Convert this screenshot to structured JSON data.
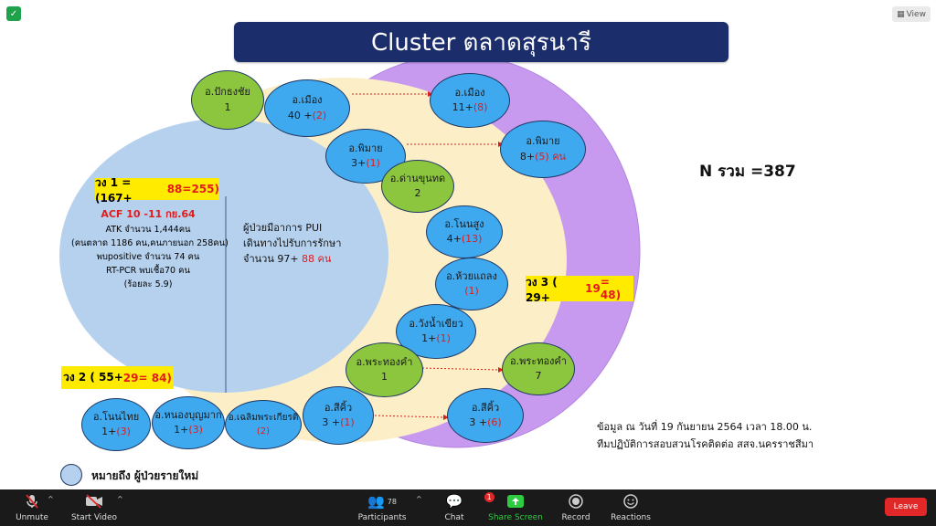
{
  "title": "Cluster ตลาดสุรนารี",
  "total": "N รวม =387",
  "view_button": "View",
  "ring1": {
    "label_a": "วง 1 = (167+",
    "label_b": "88",
    "label_c": " =255)"
  },
  "ring2": {
    "label_a": "วง 2 ( 55+",
    "label_b": "29",
    "label_c": "= 84)"
  },
  "ring3": {
    "label_a": "วง 3 ( 29+",
    "label_b": "19",
    "label_c": "= 48)"
  },
  "acf": {
    "line1": "ACF 10 -11 กย.64",
    "line2": "ATK จำนวน 1,444คน",
    "line3": "(คนตลาด 1186 คน,คนภายนอก 258คน)",
    "line4": "พบpositive จำนวน 74 คน",
    "line5": "RT-PCR พบเชื้อ70 คน",
    "line6": "(ร้อยละ 5.9)"
  },
  "pui": {
    "line1": "ผู้ป่วยมีอาการ PUI",
    "line2": "เดินทางไปรับการรักษา",
    "line3a": "จำนวน 97+ ",
    "line3b": "88 คน"
  },
  "nodes": {
    "pakthongchai": {
      "name": "อ.ปักธงชัย",
      "a": "1",
      "b": ""
    },
    "mueang_l": {
      "name": "อ.เมือง",
      "a": "40 +",
      "b": "(2)"
    },
    "mueang_r": {
      "name": "อ.เมือง",
      "a": "11+",
      "b": "(8)"
    },
    "phimai_l": {
      "name": "อ.พิมาย",
      "a": "3+",
      "b": "(1)"
    },
    "phimai_r": {
      "name": "อ.พิมาย",
      "a": "8+",
      "b": "(5) คน"
    },
    "dankhunthot": {
      "name": "อ.ด่านขุนทด",
      "a": "2",
      "b": ""
    },
    "nonsung": {
      "name": "อ.โนนสูง",
      "a": "4+",
      "b": "(13)"
    },
    "huaithalaeng": {
      "name": "อ.ห้วยแถลง",
      "a": "",
      "b": "(1)"
    },
    "wangnamkhiao": {
      "name": "อ.วังน้ำเขียว",
      "a": "1+",
      "b": "(1)"
    },
    "phrathongkham_l": {
      "name": "อ.พระทองคำ",
      "a": "1",
      "b": ""
    },
    "phrathongkham_r": {
      "name": "อ.พระทองคำ",
      "a": "7",
      "b": ""
    },
    "sikhio_l": {
      "name": "อ.สีคิ้ว",
      "a": "3 +",
      "b": "(1)"
    },
    "sikhio_r": {
      "name": "อ.สีคิ้ว",
      "a": "3 +",
      "b": "(6)"
    },
    "nonthai": {
      "name": "อ.โนนไทย",
      "a": "1+",
      "b": "(3)"
    },
    "nongbunmak": {
      "name": "อ.หนองบุญมาก",
      "a": "1+",
      "b": "(3)"
    },
    "chaloemphrakiat": {
      "name": "อ.เฉลิมพระเกียรติ",
      "a": "",
      "b": "(2)"
    }
  },
  "source": {
    "line1": "ข้อมูล ณ วันที่ 19 กันยายน 2564 เวลา 18.00 น.",
    "line2": "ทีมปฏิบัติการสอบสวนโรคติดต่อ สสจ.นครราชสีมา"
  },
  "legend": "หมายถึง  ผู้ป่วยรายใหม่",
  "zoom": {
    "unmute": "Unmute",
    "start_video": "Start Video",
    "participants": "Participants",
    "participants_count": "78",
    "chat": "Chat",
    "chat_badge": "1",
    "share_screen": "Share Screen",
    "record": "Record",
    "reactions": "Reactions",
    "leave": "Leave"
  },
  "colors": {
    "purple": "#c79af0",
    "cream": "#fcefc8",
    "lightblue": "#b6d1ee",
    "green": "#8cc63f",
    "blue": "#3fa9f0",
    "navy": "#1c2d6b",
    "yellow": "#ffeb00",
    "red": "#e31b1b",
    "share": "#2ecc40",
    "leave": "#e02828"
  }
}
